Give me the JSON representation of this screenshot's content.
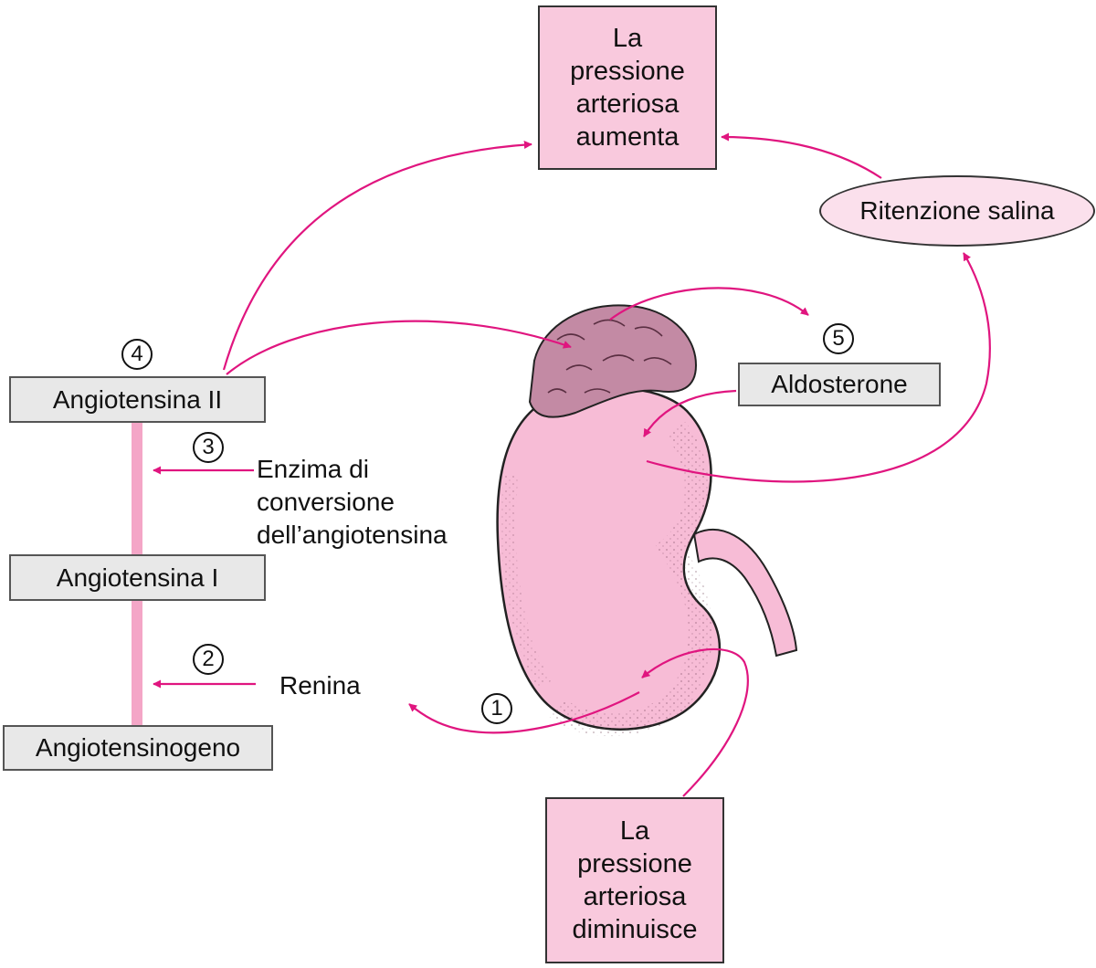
{
  "boxes": {
    "pressure_increase": [
      "La",
      "pressione",
      "arteriosa",
      "aumenta"
    ],
    "pressure_decrease": [
      "La",
      "pressione",
      "arteriosa",
      "diminuisce"
    ],
    "salt_retention": "Ritenzione salina",
    "aldosterone": "Aldosterone",
    "angiotensin_2": "Angiotensina II",
    "angiotensin_1": "Angiotensina I",
    "angiotensinogen": "Angiotensinogeno"
  },
  "labels": {
    "ace": [
      "Enzima di",
      "conversione",
      "dell’angiotensina"
    ],
    "renin": "Renina"
  },
  "steps": [
    "1",
    "2",
    "3",
    "4",
    "5"
  ],
  "colors": {
    "arrow": "#e0157f",
    "kidney": "#f7bcd6",
    "adrenal": "#c38aa4",
    "pink_box": "#f9c9dd",
    "grey_box": "#e8e8e8",
    "axis_bar": "#f4a6c7"
  }
}
